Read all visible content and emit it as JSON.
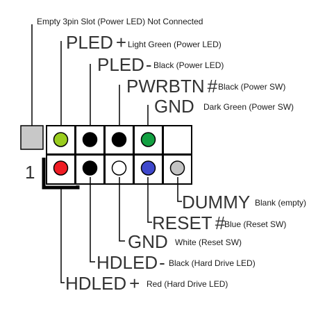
{
  "colors": {
    "light_green": "#9acd1f",
    "black": "#000000",
    "dark_green": "#13a042",
    "red": "#ef1c24",
    "white": "#ffffff",
    "blue": "#3f48cc",
    "gray": "#c3c3c3",
    "empty_slot": "#c8c8c8"
  },
  "header": {
    "pin_one_label": "1",
    "empty_slot_note": "Empty 3pin Slot (Power LED) Not Connected"
  },
  "top_row": [
    {
      "name": "PLED",
      "sign": "+",
      "desc": "Light Green (Power LED)",
      "color": "light_green"
    },
    {
      "name": "PLED",
      "sign": "-",
      "desc": "Black (Power LED)",
      "color": "black"
    },
    {
      "name": "PWRBTN",
      "sign": "#",
      "desc": "Black (Power SW)",
      "color": "black"
    },
    {
      "name": "GND",
      "sign": "",
      "desc": "Dark Green  (Power SW)",
      "color": "dark_green"
    },
    {
      "name": "",
      "sign": "",
      "desc": "",
      "color": "none"
    }
  ],
  "bottom_row": [
    {
      "name": "HDLED",
      "sign": "+",
      "desc": "Red (Hard Drive LED)",
      "color": "red"
    },
    {
      "name": "HDLED",
      "sign": "-",
      "desc": "Black (Hard Drive LED)",
      "color": "black"
    },
    {
      "name": "GND",
      "sign": "",
      "desc": "White  (Reset SW)",
      "color": "white"
    },
    {
      "name": "RESET",
      "sign": "#",
      "desc": "Blue  (Reset SW)",
      "color": "blue"
    },
    {
      "name": "DUMMY",
      "sign": "",
      "desc": "Blank (empty)",
      "color": "gray"
    }
  ]
}
